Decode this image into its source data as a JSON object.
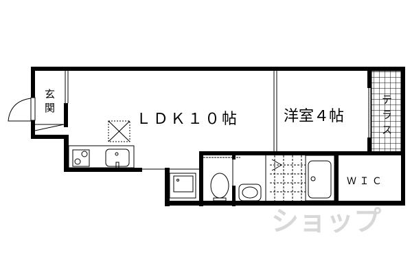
{
  "rooms": {
    "ldk": "ＬＤＫ１０帖",
    "bedroom": "洋室４帖",
    "terrace": [
      "テ",
      "ラ",
      "ス"
    ],
    "entrance": [
      "玄",
      "関"
    ],
    "wic": "Ｗ Ｉ Ｃ"
  },
  "watermark": "ショップ",
  "colors": {
    "wall": "#000000",
    "watermark": "#d8d8d8"
  }
}
